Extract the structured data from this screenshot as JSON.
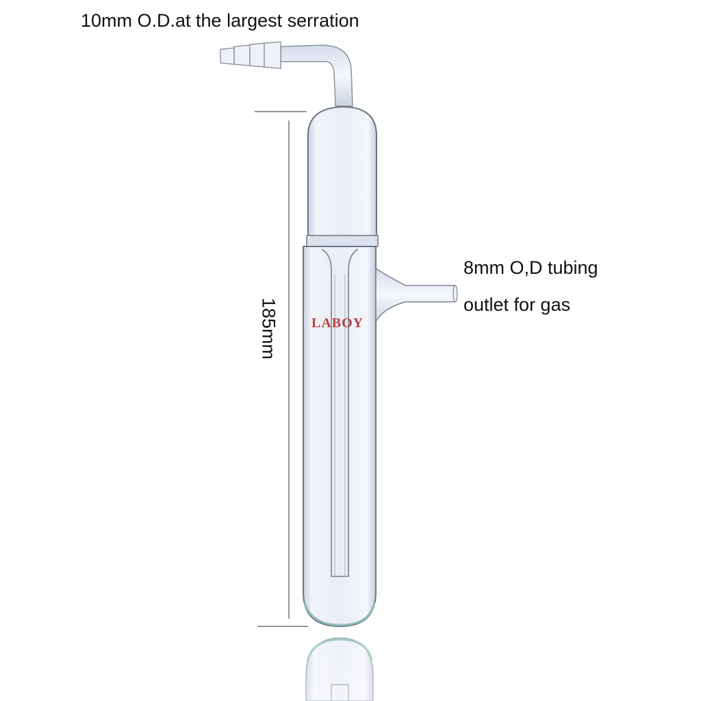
{
  "annotations": {
    "serration_label": "10mm O.D.at the largest serration",
    "tubing_label": "8mm O,D tubing",
    "outlet_label": "outlet for gas",
    "height_dimension": "185mm"
  },
  "product": {
    "brand_mark": "LABOY",
    "brand_color": "#b5413f",
    "glass_tint": "#dfe6f3",
    "glass_edge": "#6d7482"
  }
}
